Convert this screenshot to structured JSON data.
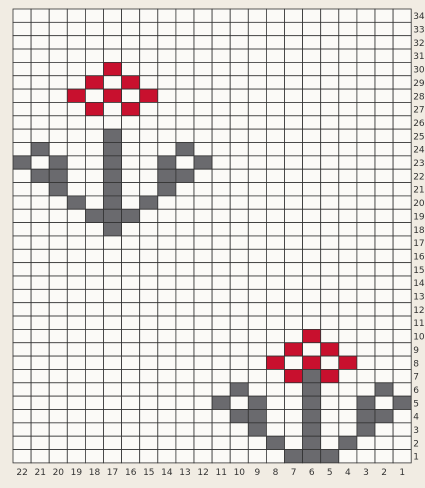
{
  "chart_data": {
    "type": "heatmap",
    "title": "",
    "columns": 22,
    "rows": 34,
    "column_labels": [
      "22",
      "21",
      "20",
      "19",
      "18",
      "17",
      "16",
      "15",
      "14",
      "13",
      "12",
      "11",
      "10",
      "9",
      "8",
      "7",
      "6",
      "5",
      "4",
      "3",
      "2",
      "1"
    ],
    "row_labels": [
      "34",
      "33",
      "32",
      "31",
      "30",
      "29",
      "28",
      "27",
      "26",
      "25",
      "24",
      "23",
      "22",
      "21",
      "20",
      "19",
      "18",
      "17",
      "16",
      "15",
      "14",
      "13",
      "12",
      "11",
      "10",
      "9",
      "8",
      "7",
      "6",
      "5",
      "4",
      "3",
      "2",
      "1"
    ],
    "colors": {
      "background": "#f1ece3",
      "empty": "#fbfaf7",
      "grid": "#333333",
      "gray": "#6a6a6e",
      "red": "#c8102e"
    },
    "cells": {
      "red": [
        [
          30,
          17
        ],
        [
          29,
          18
        ],
        [
          29,
          16
        ],
        [
          28,
          19
        ],
        [
          28,
          17
        ],
        [
          28,
          15
        ],
        [
          27,
          18
        ],
        [
          27,
          16
        ],
        [
          10,
          6
        ],
        [
          9,
          7
        ],
        [
          9,
          5
        ],
        [
          8,
          8
        ],
        [
          8,
          6
        ],
        [
          8,
          4
        ],
        [
          7,
          7
        ],
        [
          7,
          5
        ]
      ],
      "gray": [
        [
          25,
          17
        ],
        [
          24,
          17
        ],
        [
          23,
          17
        ],
        [
          22,
          17
        ],
        [
          21,
          17
        ],
        [
          20,
          17
        ],
        [
          19,
          17
        ],
        [
          24,
          21
        ],
        [
          23,
          22
        ],
        [
          22,
          21
        ],
        [
          21,
          20
        ],
        [
          20,
          19
        ],
        [
          19,
          18
        ],
        [
          18,
          17
        ],
        [
          24,
          13
        ],
        [
          23,
          12
        ],
        [
          22,
          13
        ],
        [
          21,
          14
        ],
        [
          20,
          15
        ],
        [
          19,
          16
        ],
        [
          23,
          20
        ],
        [
          22,
          20
        ],
        [
          23,
          14
        ],
        [
          22,
          14
        ],
        [
          8,
          6
        ],
        [
          7,
          6
        ],
        [
          6,
          6
        ],
        [
          5,
          6
        ],
        [
          4,
          6
        ],
        [
          3,
          6
        ],
        [
          2,
          6
        ],
        [
          1,
          6
        ],
        [
          6,
          10
        ],
        [
          5,
          11
        ],
        [
          4,
          10
        ],
        [
          3,
          9
        ],
        [
          2,
          8
        ],
        [
          1,
          7
        ],
        [
          6,
          2
        ],
        [
          5,
          1
        ],
        [
          4,
          2
        ],
        [
          3,
          3
        ],
        [
          2,
          4
        ],
        [
          1,
          5
        ],
        [
          5,
          9
        ],
        [
          4,
          9
        ],
        [
          5,
          3
        ],
        [
          4,
          3
        ]
      ]
    }
  }
}
